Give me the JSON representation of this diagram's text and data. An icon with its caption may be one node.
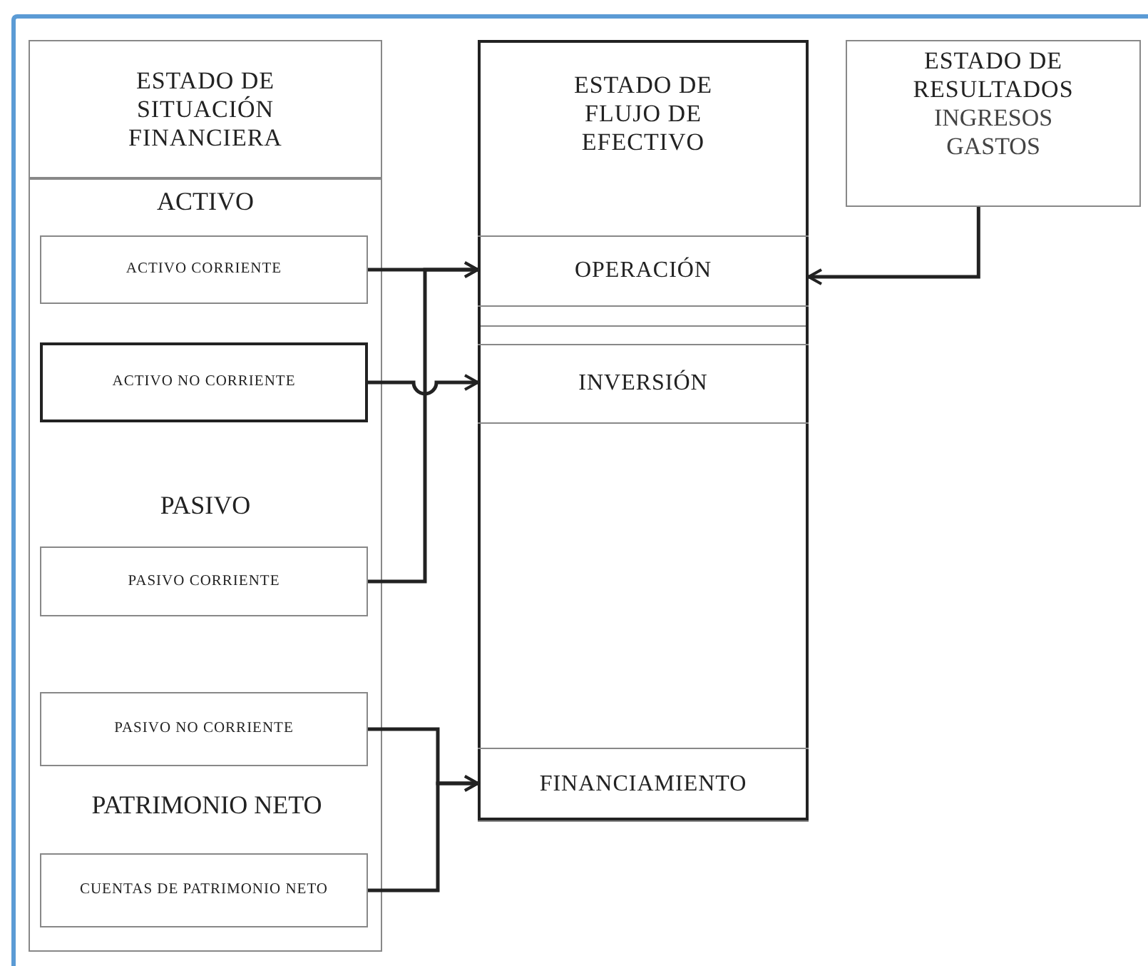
{
  "diagram": {
    "nodes": [
      {
        "text": [
          "ESTADO DE SITUACIÓN FINANCIERA"
        ]
      },
      {
        "text": [
          "ACTIVO",
          "PASIVO",
          "PATRIMONIO NETO"
        ]
      },
      {
        "text": [
          "ACTIVO CORRIENTE"
        ],
        "in": 1
      },
      {
        "text": [
          "ACTIVO NO CORRIENTE"
        ],
        "in": 1
      },
      {
        "text": [
          "PASIVO CORRIENTE"
        ],
        "in": 1
      },
      {
        "text": [
          "PASIVO NO CORRIENTE"
        ],
        "in": 1
      },
      {
        "text": [
          "CUENTAS DE PATRIMONIO NETO"
        ],
        "in": 1
      },
      {
        "text": [
          "ESTADO DE FLUJO DE EFECTIVO"
        ]
      },
      {
        "text": [
          "OPERACIÓN"
        ],
        "in": 7
      },
      {
        "text": [
          "INVERSIÓN"
        ],
        "in": 7
      },
      {
        "text": [
          "FINANCIAMIENTO"
        ],
        "in": 7
      },
      {
        "text": [
          "ESTADO DE RESULTADOS",
          "INGRESOS",
          "GASTOS"
        ]
      }
    ],
    "edges": [
      {
        "from": 2,
        "to": 8,
        "arrow": "to"
      },
      {
        "from": 4,
        "to": 8,
        "arrow": "to"
      },
      {
        "from": 3,
        "to": 9,
        "arrow": "to"
      },
      {
        "from": 5,
        "to": 10,
        "arrow": "to"
      },
      {
        "from": 6,
        "to": 10,
        "arrow": "to"
      },
      {
        "from": 11,
        "to": 8,
        "arrow": "to"
      }
    ]
  }
}
